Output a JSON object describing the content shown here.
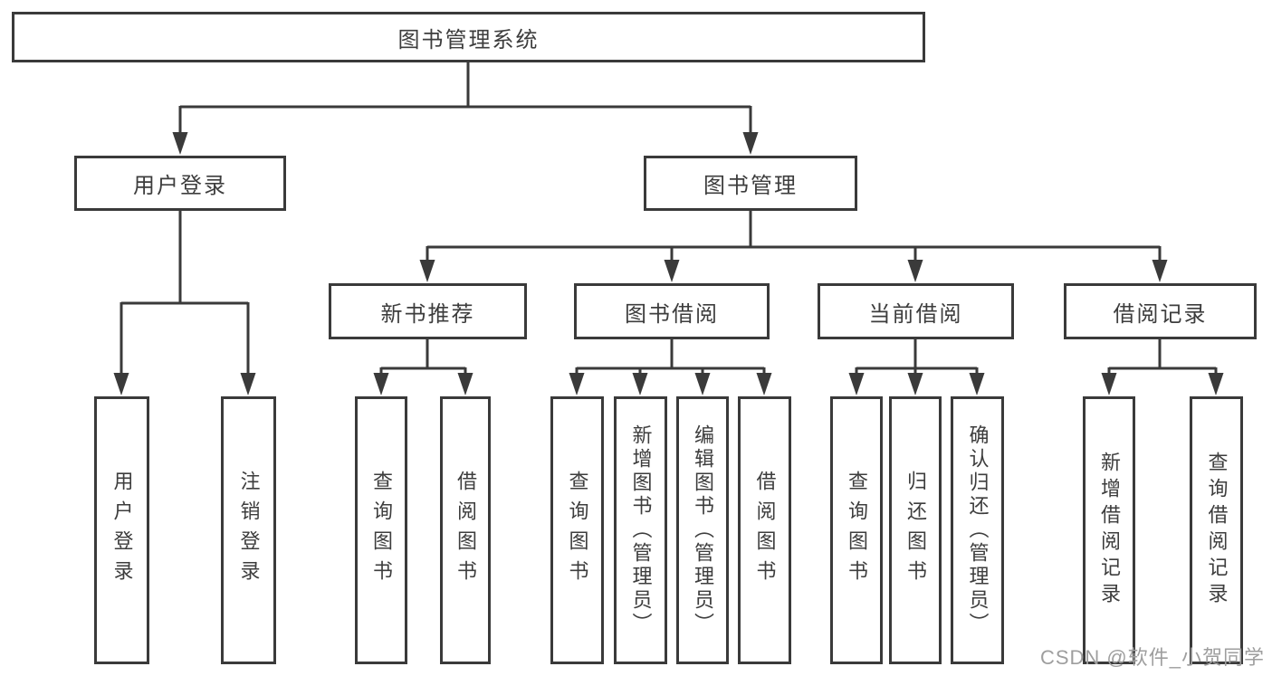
{
  "tree": {
    "root": "图书管理系统",
    "children": [
      {
        "label": "用户登录",
        "children": [
          "用户登录",
          "注销登录"
        ]
      },
      {
        "label": "图书管理",
        "children": [
          {
            "label": "新书推荐",
            "children": [
              "查询图书",
              "借阅图书"
            ]
          },
          {
            "label": "图书借阅",
            "children": [
              "查询图书",
              "新增图书（管理员）",
              "编辑图书（管理员）",
              "借阅图书"
            ]
          },
          {
            "label": "当前借阅",
            "children": [
              "查询图书",
              "归还图书",
              "确认归还（管理员）"
            ]
          },
          {
            "label": "借阅记录",
            "children": [
              "新增借阅记录",
              "查询借阅记录"
            ]
          }
        ]
      }
    ]
  },
  "watermark": "CSDN @软件_小贺同学",
  "colors": {
    "line": "#3a3a3a",
    "text": "#3d3d3d",
    "watermark": "#9e9e9e",
    "background": "#ffffff"
  }
}
